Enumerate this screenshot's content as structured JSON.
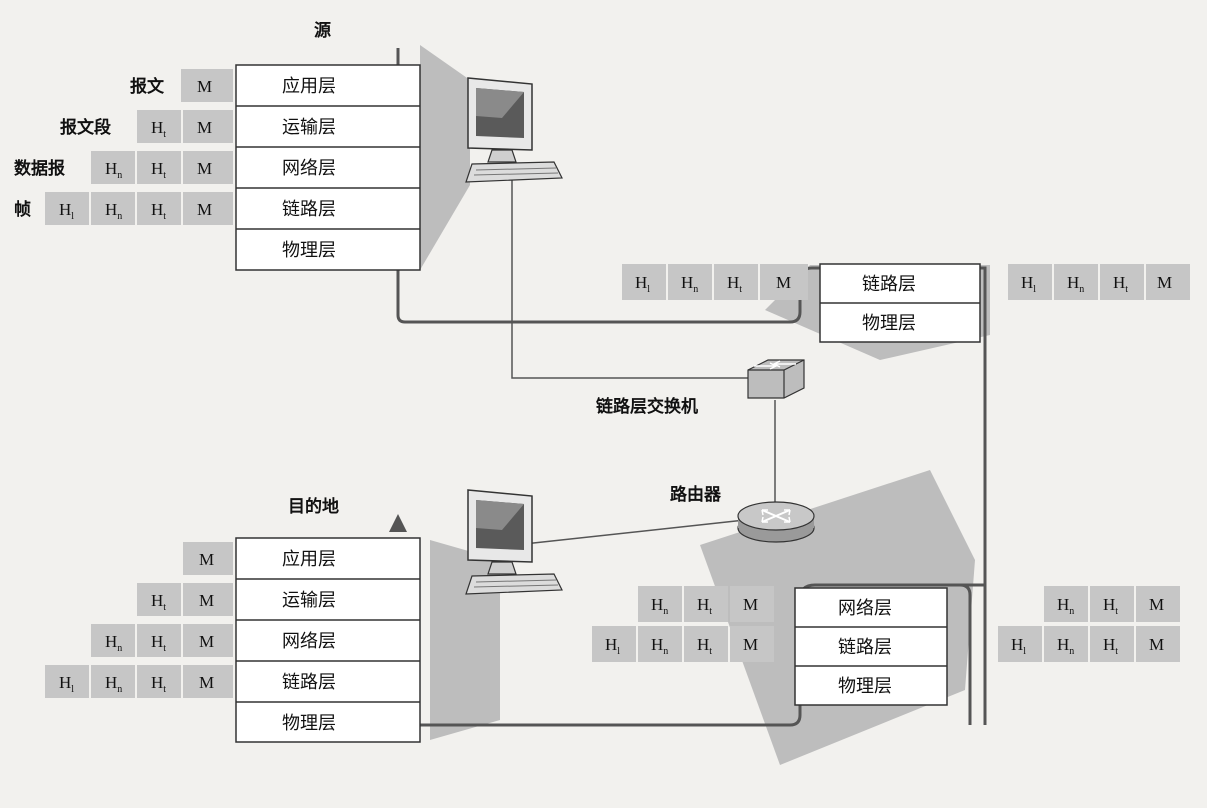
{
  "labels": {
    "source": "源",
    "destination": "目的地",
    "link_switch": "链路层交换机",
    "router": "路由器"
  },
  "packet_names": [
    "报文",
    "报文段",
    "数据报",
    "帧"
  ],
  "layers": {
    "application": "应用层",
    "transport": "运输层",
    "network": "网络层",
    "link": "链路层",
    "physical": "物理层"
  },
  "headers": {
    "message": "M",
    "transport": "Ht",
    "network": "Hn",
    "link": "Hl"
  },
  "colors": {
    "header_fill": "#c6c6c6",
    "shadow_fill": "#bdbdbd",
    "line": "#555555",
    "background": "#f2f1ee"
  },
  "icons": {
    "host": "computer-icon",
    "switch": "switch-icon",
    "router": "router-icon"
  }
}
